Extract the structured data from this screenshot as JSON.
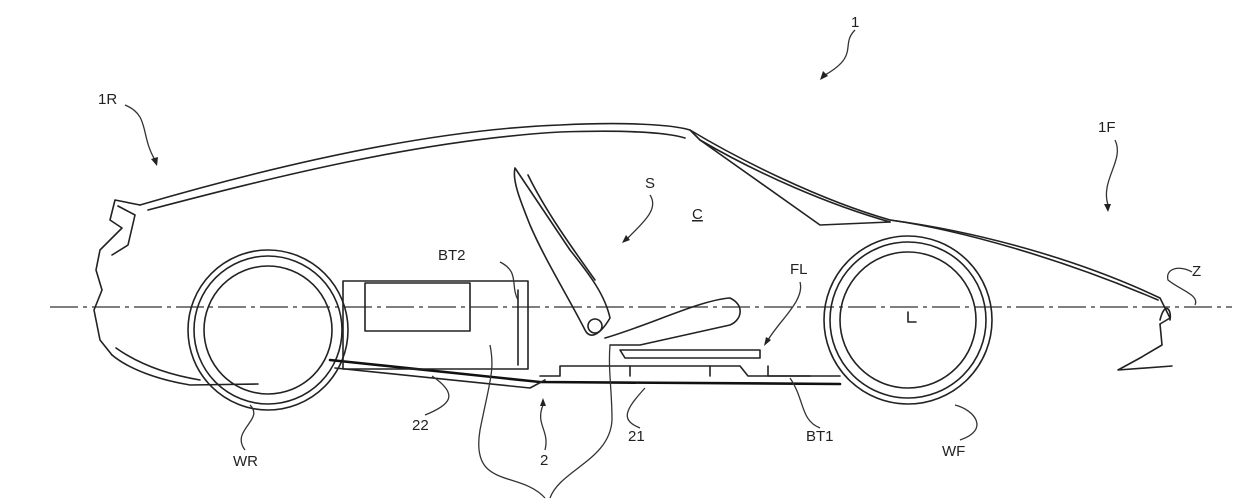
{
  "figure": {
    "labels": {
      "vehicle": "1",
      "rear": "1R",
      "front": "1F",
      "seat": "S",
      "cabin": "C",
      "battery_rear": "BT2",
      "floor": "FL",
      "axis": "Z",
      "rear_section": "22",
      "frame": "2",
      "front_section": "21",
      "battery_front": "BT1",
      "wheel_rear": "WR",
      "wheel_front": "WF"
    }
  }
}
